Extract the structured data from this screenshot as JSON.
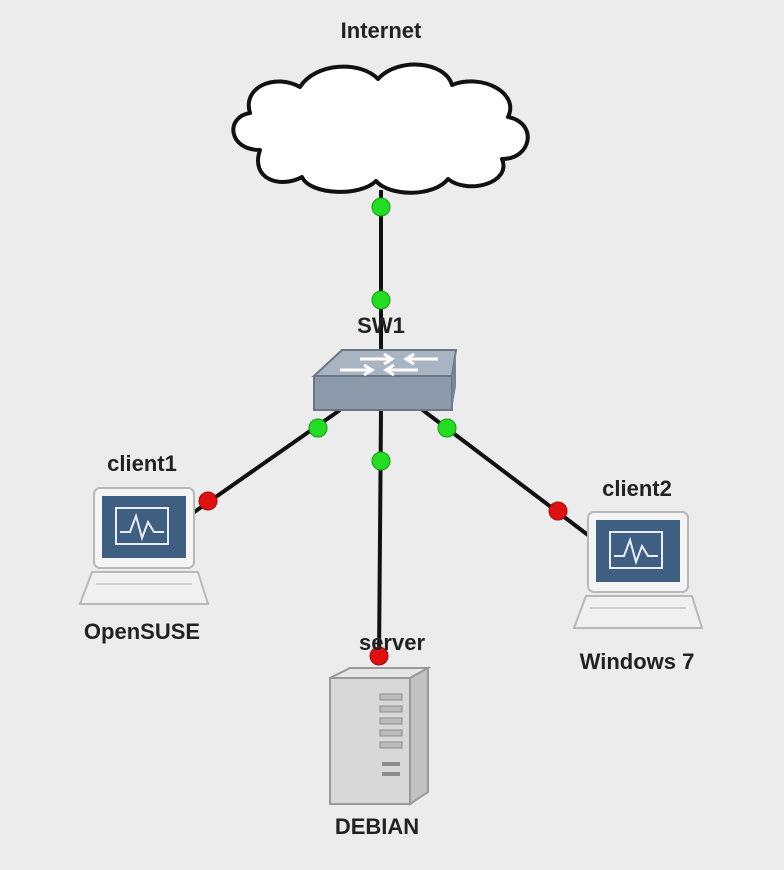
{
  "nodes": {
    "internet": {
      "label": "Internet"
    },
    "switch": {
      "label": "SW1"
    },
    "client1": {
      "label": "client1",
      "os": "OpenSUSE"
    },
    "client2": {
      "label": "client2",
      "os": "Windows 7"
    },
    "server": {
      "label": "server",
      "os": "DEBIAN"
    }
  },
  "links": [
    {
      "from": "internet",
      "to": "switch",
      "status_from": "up",
      "status_to": "up"
    },
    {
      "from": "switch",
      "to": "client1",
      "status_from": "up",
      "status_to": "down"
    },
    {
      "from": "switch",
      "to": "server",
      "status_from": "up",
      "status_to": "down"
    },
    {
      "from": "switch",
      "to": "client2",
      "status_from": "up",
      "status_to": "down"
    }
  ],
  "colors": {
    "link_up": "#22dd22",
    "link_down": "#e01010",
    "wire": "#111111"
  }
}
